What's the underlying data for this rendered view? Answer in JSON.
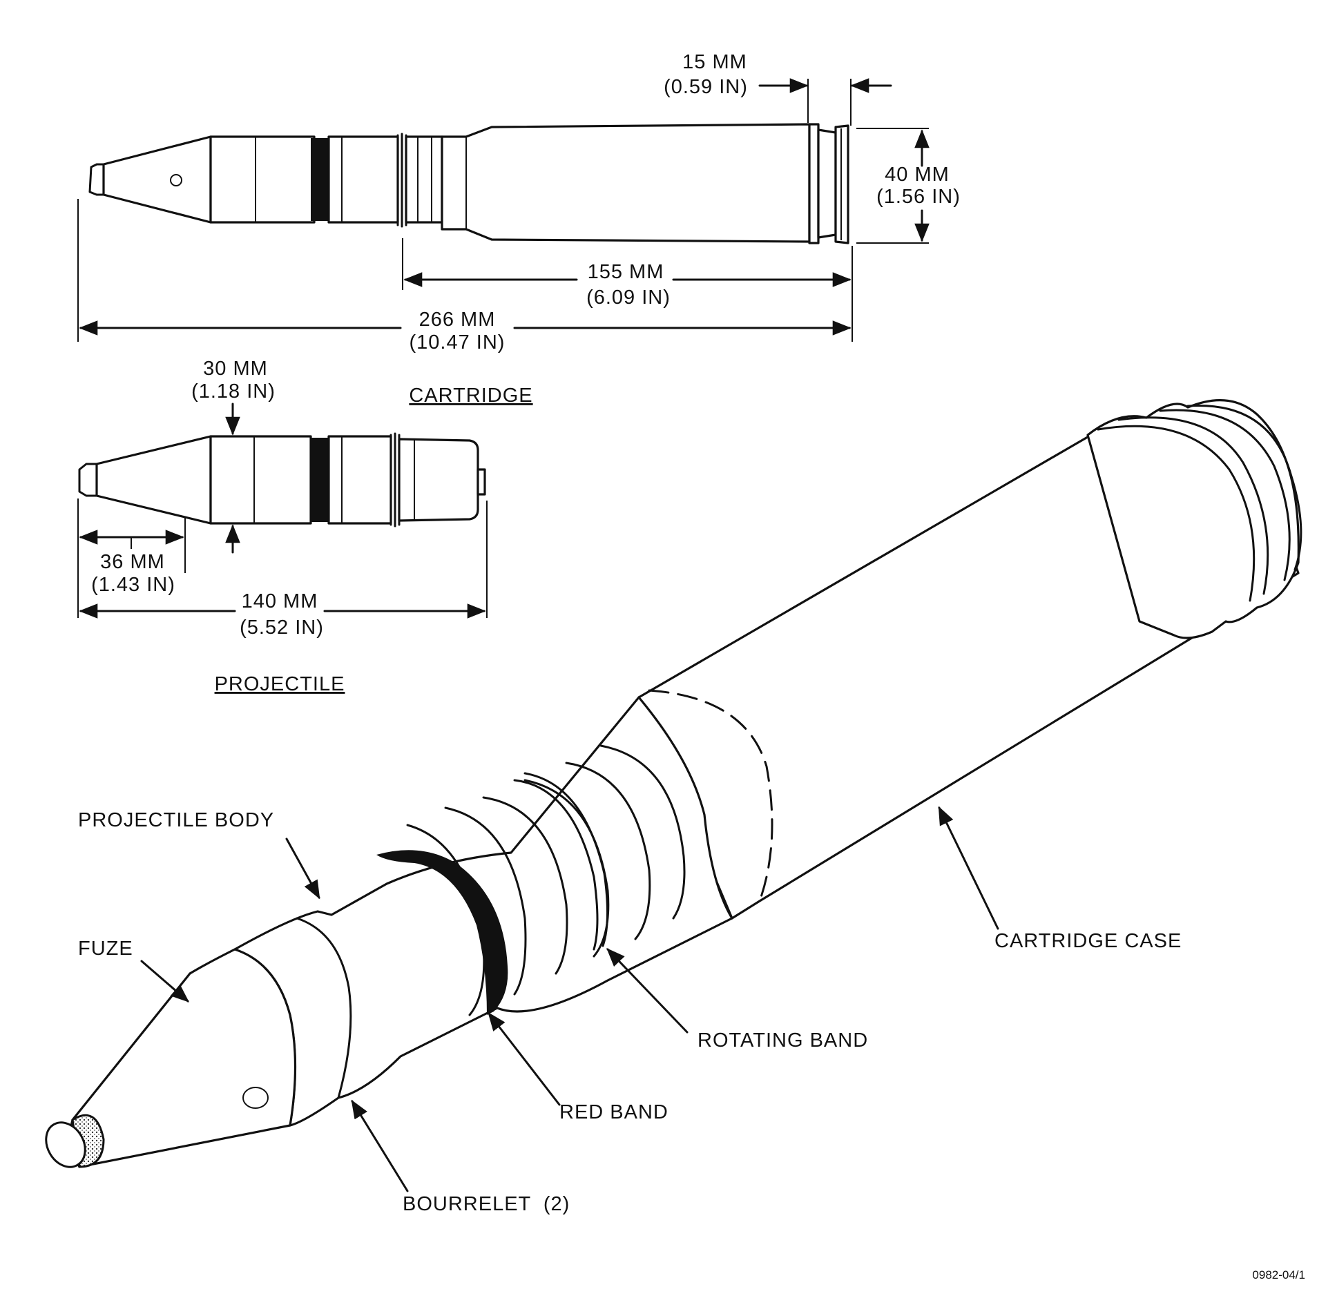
{
  "cartridge_view": {
    "caption": "CARTRIDGE",
    "dim_rim_mm": "15 MM",
    "dim_rim_in": "(0.59 IN)",
    "dim_dia_mm": "40 MM",
    "dim_dia_in": "(1.56 IN)",
    "dim_case_mm": "155 MM",
    "dim_case_in": "(6.09 IN)",
    "dim_total_mm": "266 MM",
    "dim_total_in": "(10.47 IN)"
  },
  "projectile_view": {
    "caption": "PROJECTILE",
    "dim_dia_mm": "30 MM",
    "dim_dia_in": "(1.18 IN)",
    "dim_nose_mm": "36 MM",
    "dim_nose_in": "(1.43 IN)",
    "dim_len_mm": "140 MM",
    "dim_len_in": "(5.52 IN)"
  },
  "callouts": {
    "projectile_body": "PROJECTILE BODY",
    "fuze": "FUZE",
    "cartridge_case": "CARTRIDGE CASE",
    "rotating_band": "ROTATING BAND",
    "red_band": "RED BAND",
    "bourrelet": "BOURRELET  (2)"
  },
  "figure_code": "0982-04/1"
}
